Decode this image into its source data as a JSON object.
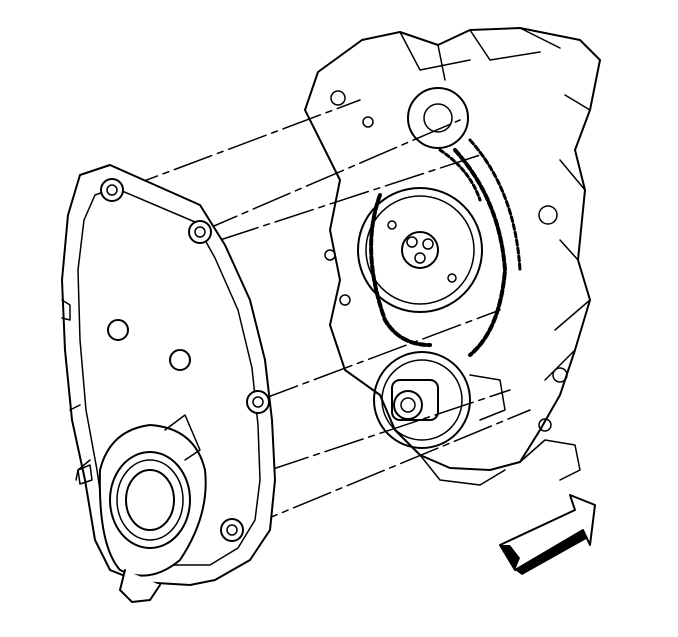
{
  "figure": {
    "description_visible_text": "",
    "line_color": "#000000",
    "background_color": "#ffffff",
    "parts": {
      "front_cover": "engine-front-cover",
      "engine_block": "engine-block",
      "camshaft_sprocket": "camshaft-sprocket",
      "timing_chain": "timing-chain",
      "crankshaft_sprocket": "crankshaft-sprocket",
      "direction_arrow": "front-of-vehicle-arrow-icon"
    },
    "bolt_count": 6,
    "alignment_lines": 6
  }
}
